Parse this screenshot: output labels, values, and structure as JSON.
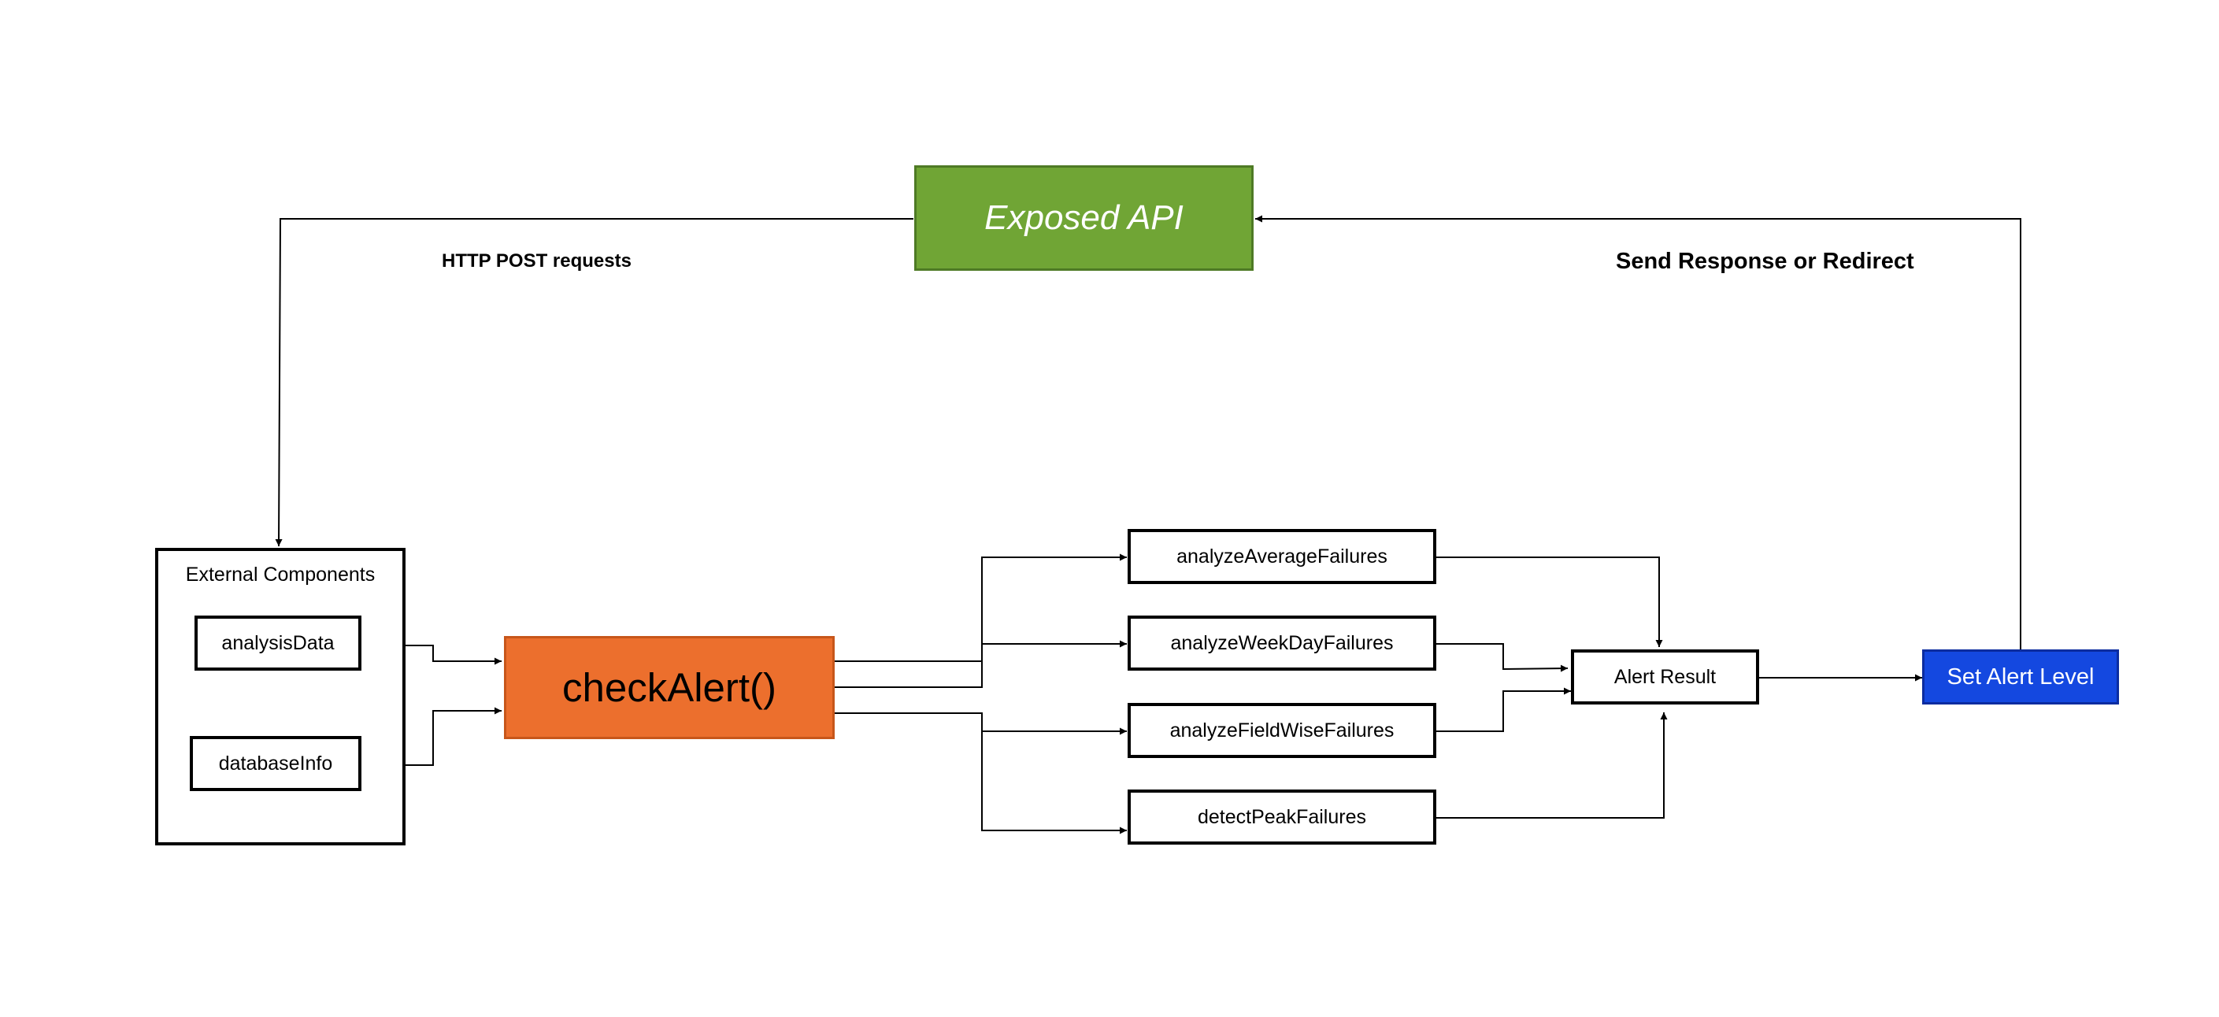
{
  "diagram": {
    "api": {
      "label": "Exposed API",
      "color": "#70a535",
      "border": "#4e7a25"
    },
    "external": {
      "title": "External Components",
      "analysis_data": "analysisData",
      "database_info": "databaseInfo"
    },
    "check_alert": {
      "label": "checkAlert()",
      "color": "#ec6f2d",
      "border": "#c7561a"
    },
    "analyzers": {
      "average": "analyzeAverageFailures",
      "weekday": "analyzeWeekDayFailures",
      "fieldwise": "analyzeFieldWiseFailures",
      "peak": "detectPeakFailures"
    },
    "alert_result": "Alert Result",
    "set_alert_level": {
      "label": "Set Alert Level",
      "color": "#1448e0",
      "border": "#0b2ca0"
    },
    "edges": {
      "http_post": "HTTP POST requests",
      "send_response": "Send Response or Redirect"
    },
    "line_color": "#000000"
  }
}
